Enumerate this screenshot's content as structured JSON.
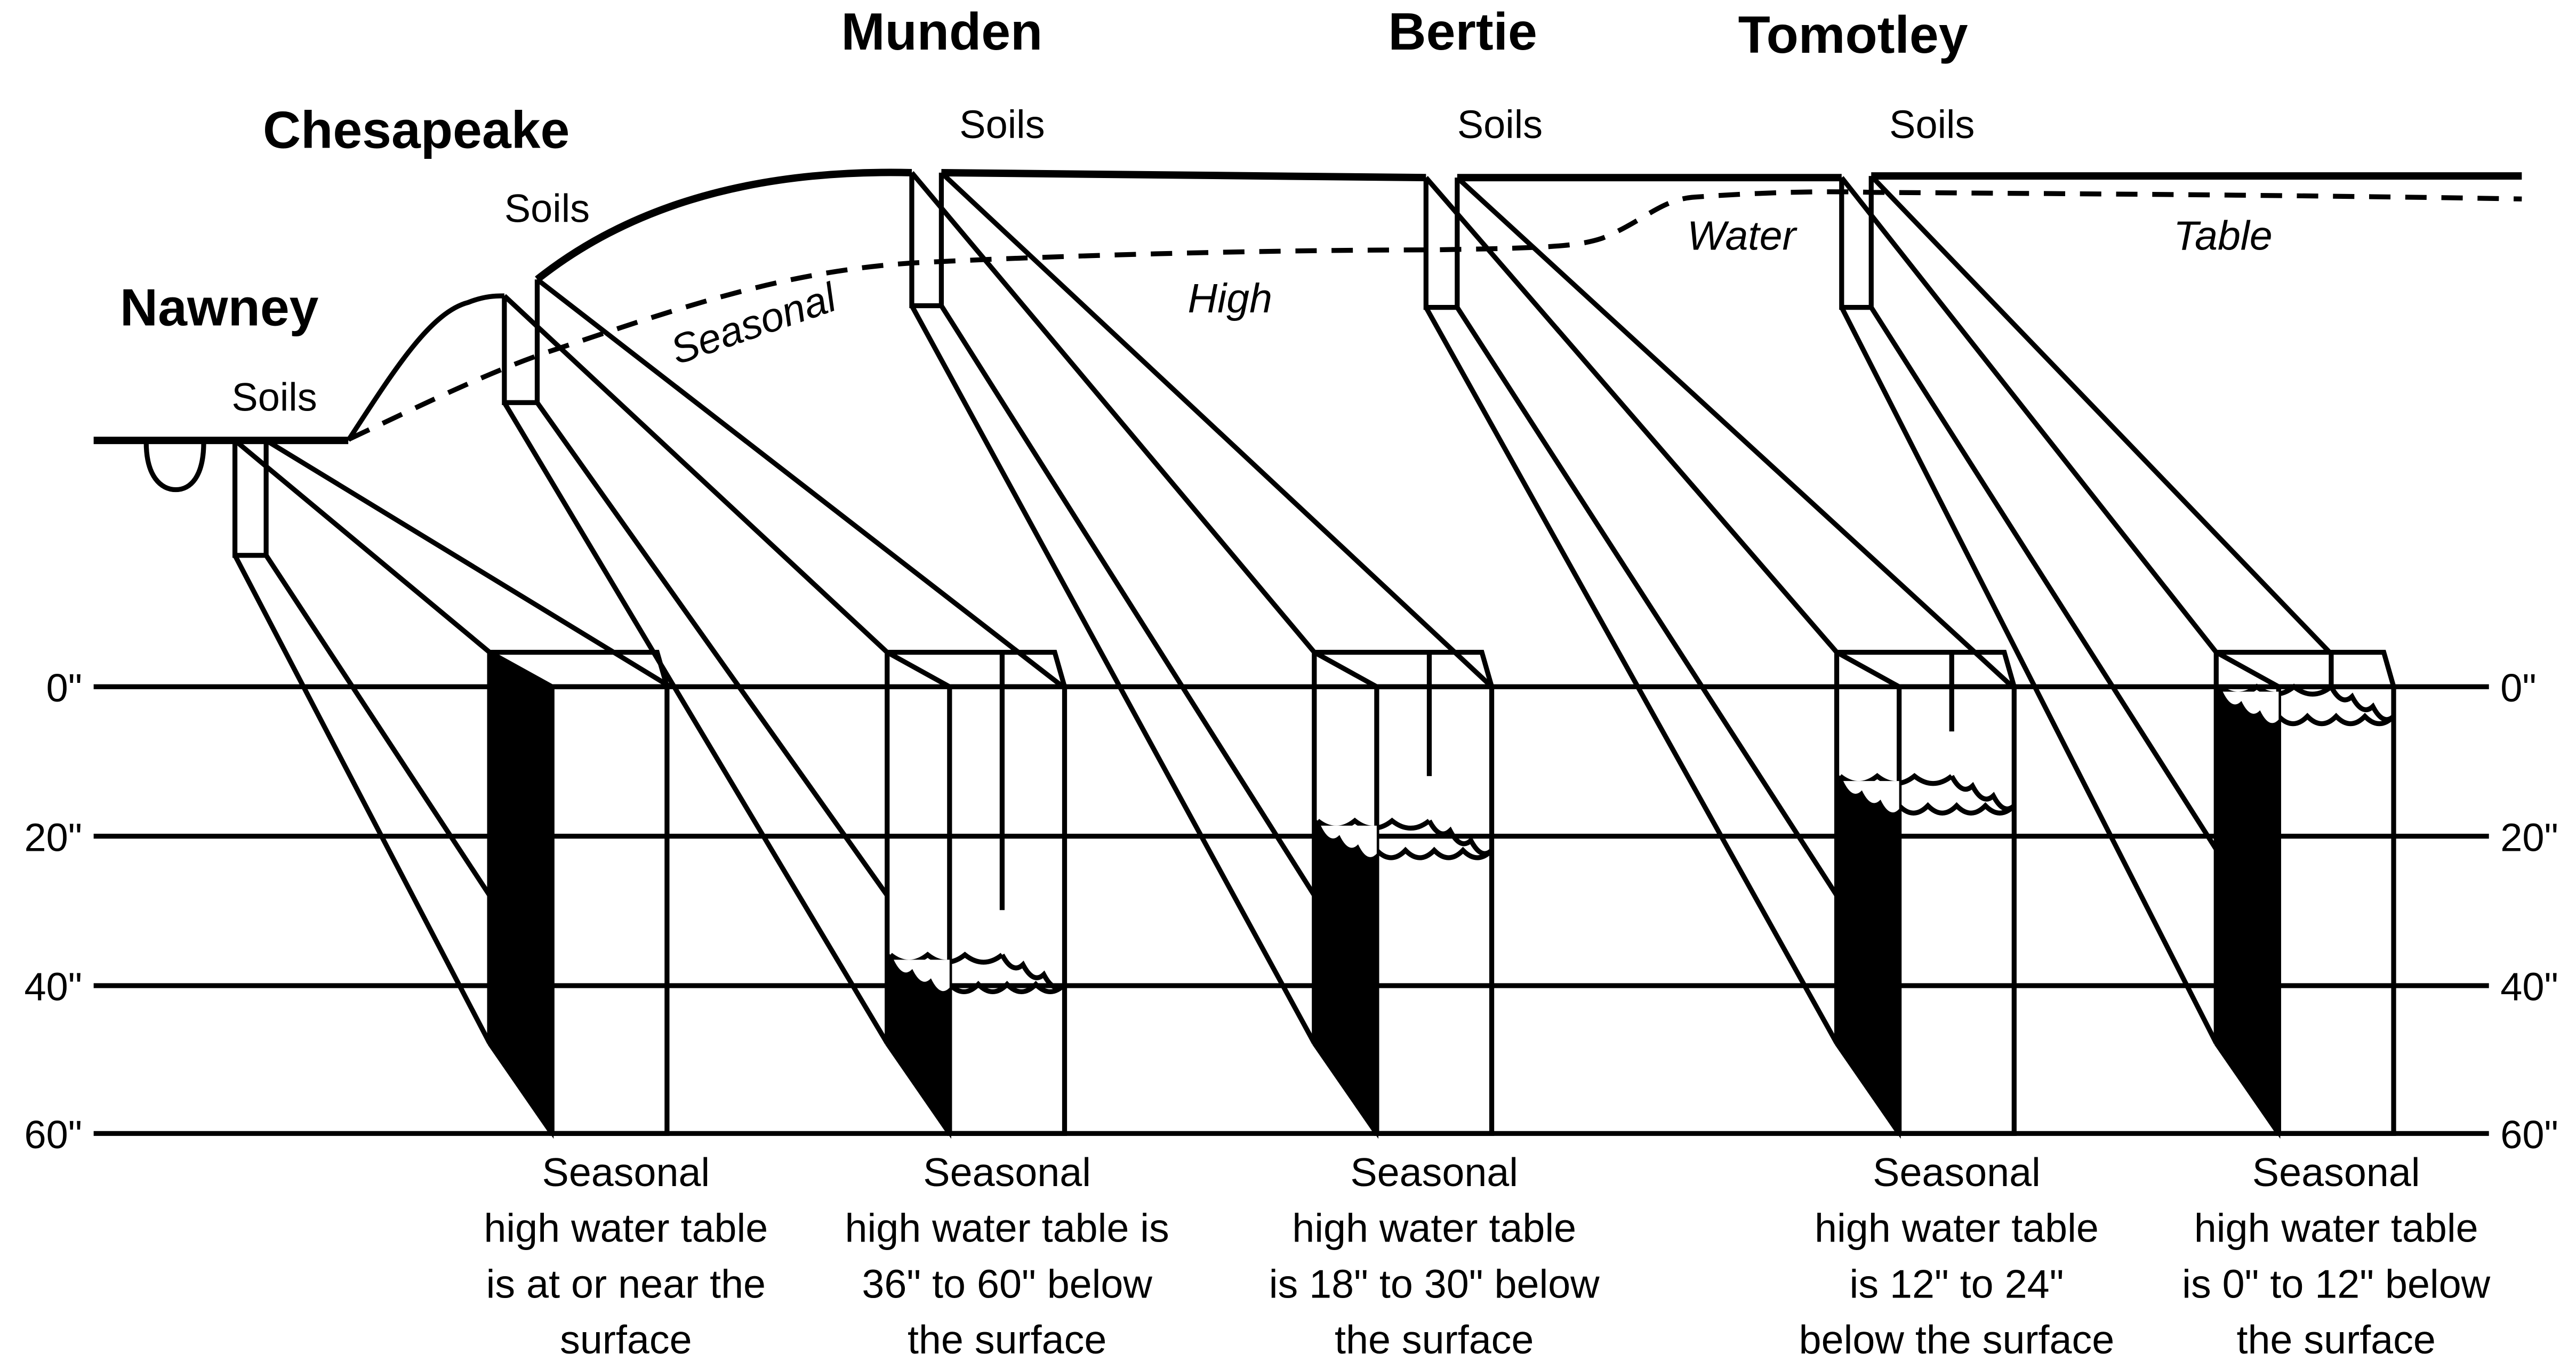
{
  "diagram": {
    "soils": [
      {
        "name": "Nawney",
        "sub": "Soils",
        "water_table_depth_in": [
          0,
          0
        ],
        "caption": [
          "Seasonal",
          "high water table",
          "is at or near the",
          "surface"
        ]
      },
      {
        "name": "Chesapeake",
        "sub": "Soils",
        "water_table_depth_in": [
          36,
          60
        ],
        "caption": [
          "Seasonal",
          "high water table is",
          "36\" to 60\" below",
          "the surface"
        ]
      },
      {
        "name": "Munden",
        "sub": "Soils",
        "water_table_depth_in": [
          18,
          30
        ],
        "caption": [
          "Seasonal",
          "high water table",
          "is 18\" to 30\" below",
          "the surface"
        ]
      },
      {
        "name": "Bertie",
        "sub": "Soils",
        "water_table_depth_in": [
          12,
          24
        ],
        "caption": [
          "Seasonal",
          "high water table",
          "is 12\" to 24\"",
          "below the surface"
        ]
      },
      {
        "name": "Tomotley",
        "sub": "Soils",
        "water_table_depth_in": [
          0,
          12
        ],
        "caption": [
          "Seasonal",
          "high water table",
          "is 0\" to 12\" below",
          "the surface"
        ]
      }
    ],
    "curve_labels": {
      "w1": "Seasonal",
      "w2": "High",
      "w3": "Water",
      "w4": "Table"
    },
    "depth_scale": {
      "ticks": [
        "0\"",
        "20\"",
        "40\"",
        "60\""
      ],
      "values": [
        0,
        20,
        40,
        60
      ],
      "unit": "inches"
    },
    "colors": {
      "ink": "#000000",
      "background": "#ffffff"
    }
  }
}
